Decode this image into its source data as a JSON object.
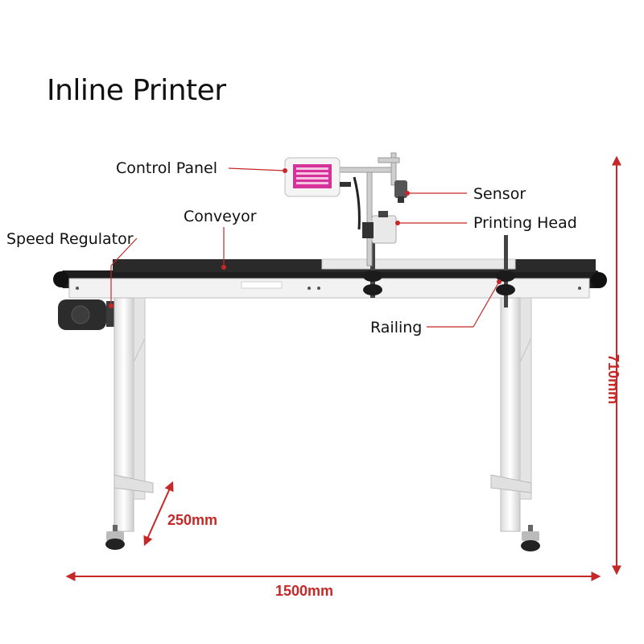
{
  "title": "Inline Printer",
  "labels": {
    "control_panel": "Control Panel",
    "sensor": "Sensor",
    "conveyor": "Conveyor",
    "printing_head": "Printing Head",
    "speed_regulator": "Speed Regulator",
    "railing": "Railing"
  },
  "dimensions": {
    "width": "1500mm",
    "height": "710mm",
    "depth": "250mm"
  },
  "colors": {
    "dimension": "#c62828",
    "belt": "#1e1e1e",
    "frame": "#f2f2f2",
    "frame_edge": "#b9b9b9",
    "screen": "#d6339a"
  }
}
